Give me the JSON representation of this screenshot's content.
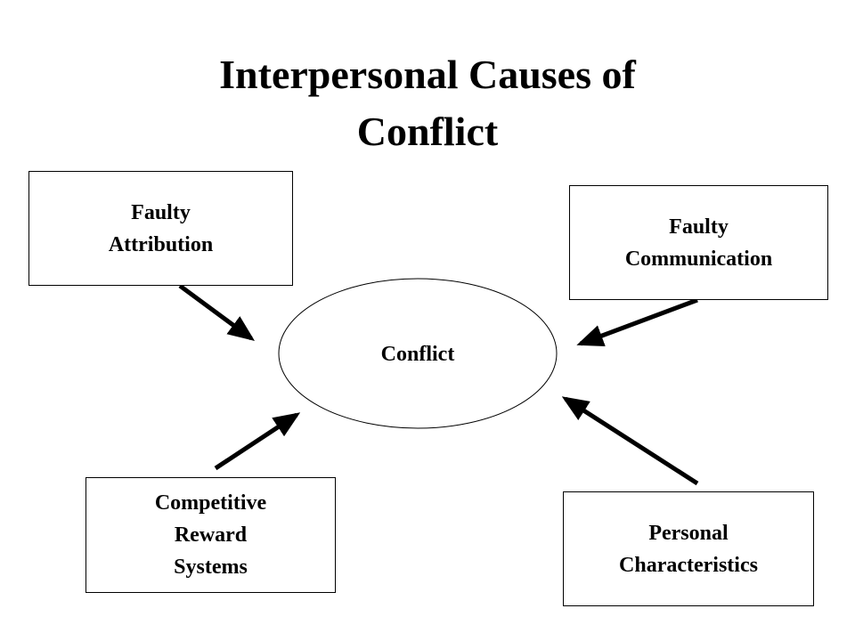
{
  "title": {
    "line1": "Interpersonal Causes of",
    "line2": "Conflict"
  },
  "center": {
    "label": "Conflict"
  },
  "causes": {
    "faulty_attribution": {
      "line1": "Faulty",
      "line2": "Attribution"
    },
    "faulty_communication": {
      "line1": "Faulty",
      "line2": "Communication"
    },
    "competitive_reward_systems": {
      "line1": "Competitive",
      "line2": "Reward",
      "line3": "Systems"
    },
    "personal_characteristics": {
      "line1": "Personal",
      "line2": "Characteristics"
    }
  },
  "colors": {
    "ink": "#000000",
    "background": "#ffffff"
  }
}
